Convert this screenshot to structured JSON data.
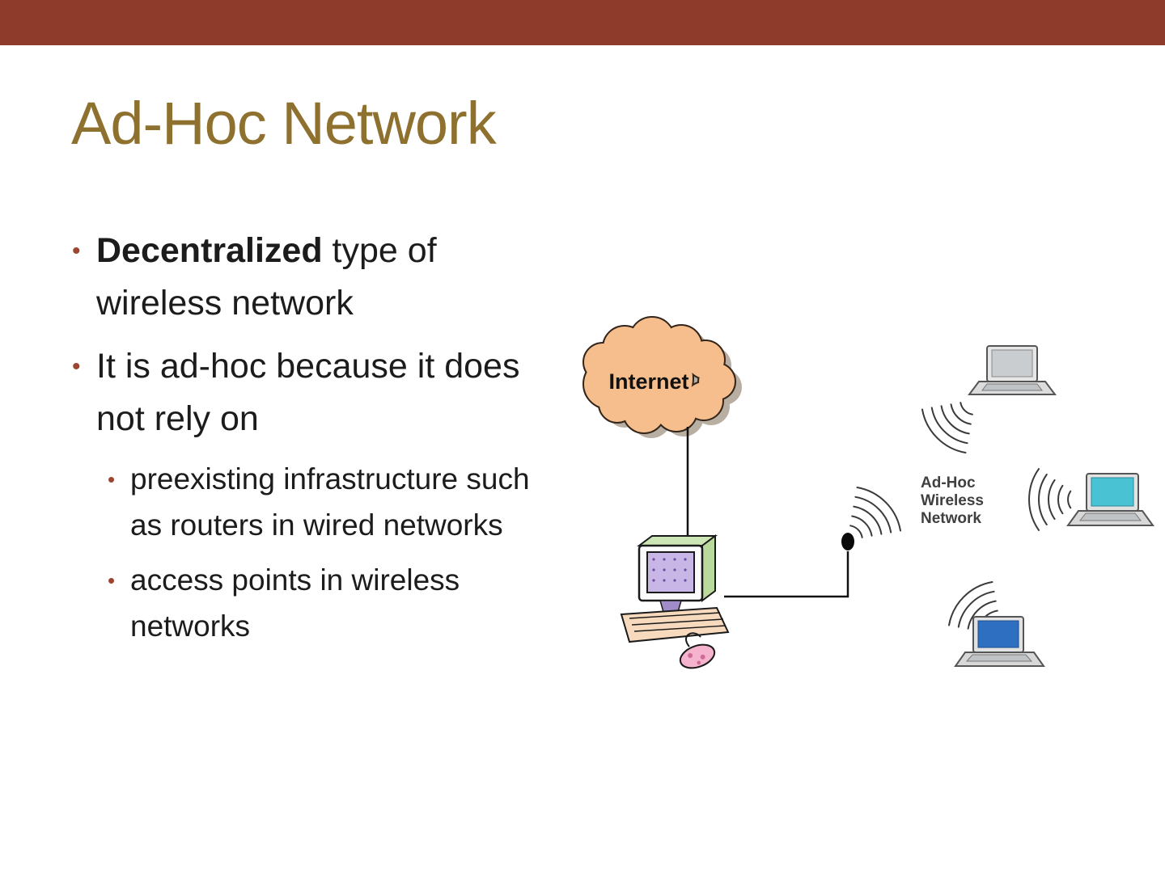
{
  "slide": {
    "title": "Ad-Hoc Network"
  },
  "content": {
    "bullets": [
      {
        "bold": "Decentralized",
        "text": " type of wireless network"
      },
      {
        "bold": "",
        "text": "It is ad-hoc because it does not rely on"
      }
    ],
    "sub_bullets": [
      "preexisting infrastructure such as routers in wired networks",
      "access points in wireless networks"
    ]
  },
  "diagram": {
    "internet_label": "Internet",
    "adhoc_label_line1": "Ad-Hoc",
    "adhoc_label_line2": "Wireless",
    "adhoc_label_line3": "Network"
  },
  "colors": {
    "accent_bar": "#8e3b2c",
    "title": "#8e712f",
    "bullet_marker": "#9c4631",
    "cloud_fill": "#f6be8c"
  }
}
